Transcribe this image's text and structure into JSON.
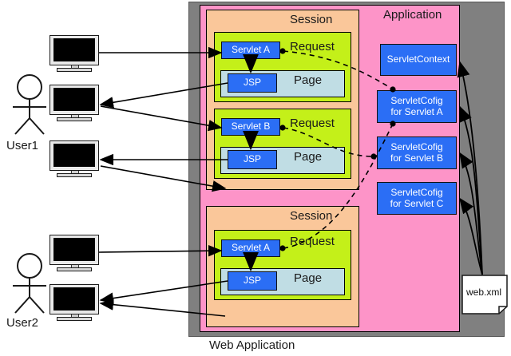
{
  "diagram": {
    "title": "Web Application",
    "containers": {
      "webapp_label": "Web Application",
      "application_label": "Application",
      "session_label_1": "Session",
      "session_label_2": "Session",
      "request_label_1": "Request",
      "request_label_2": "Request",
      "request_label_3": "Request",
      "page_label_1": "Page",
      "page_label_2": "Page",
      "page_label_3": "Page"
    },
    "servlets": {
      "servlet_a_1": "Servlet A",
      "servlet_b": "Servlet B",
      "servlet_a_2": "Servlet A",
      "jsp_1": "JSP",
      "jsp_2": "JSP",
      "jsp_3": "JSP"
    },
    "application_objects": {
      "servlet_context": "ServletContext",
      "config_a_line1": "ServletCofig",
      "config_a_line2": "for Servlet A",
      "config_b_line1": "ServletCofig",
      "config_b_line2": "for Servlet B",
      "config_c_line1": "ServletCofig",
      "config_c_line2": "for Servlet C"
    },
    "actors": {
      "user1": "User1",
      "user2": "User2"
    },
    "deployment_descriptor": {
      "name": "web.xml"
    },
    "colors": {
      "webapp_gray": "#808080",
      "application_pink": "#fd94c8",
      "session_orange": "#fac79a",
      "request_green": "#c4f019",
      "page_blue": "#c0dde4",
      "object_blue": "#2b6ef5",
      "text_dark": "#1a1a1a",
      "note_white": "#ffffff"
    }
  }
}
